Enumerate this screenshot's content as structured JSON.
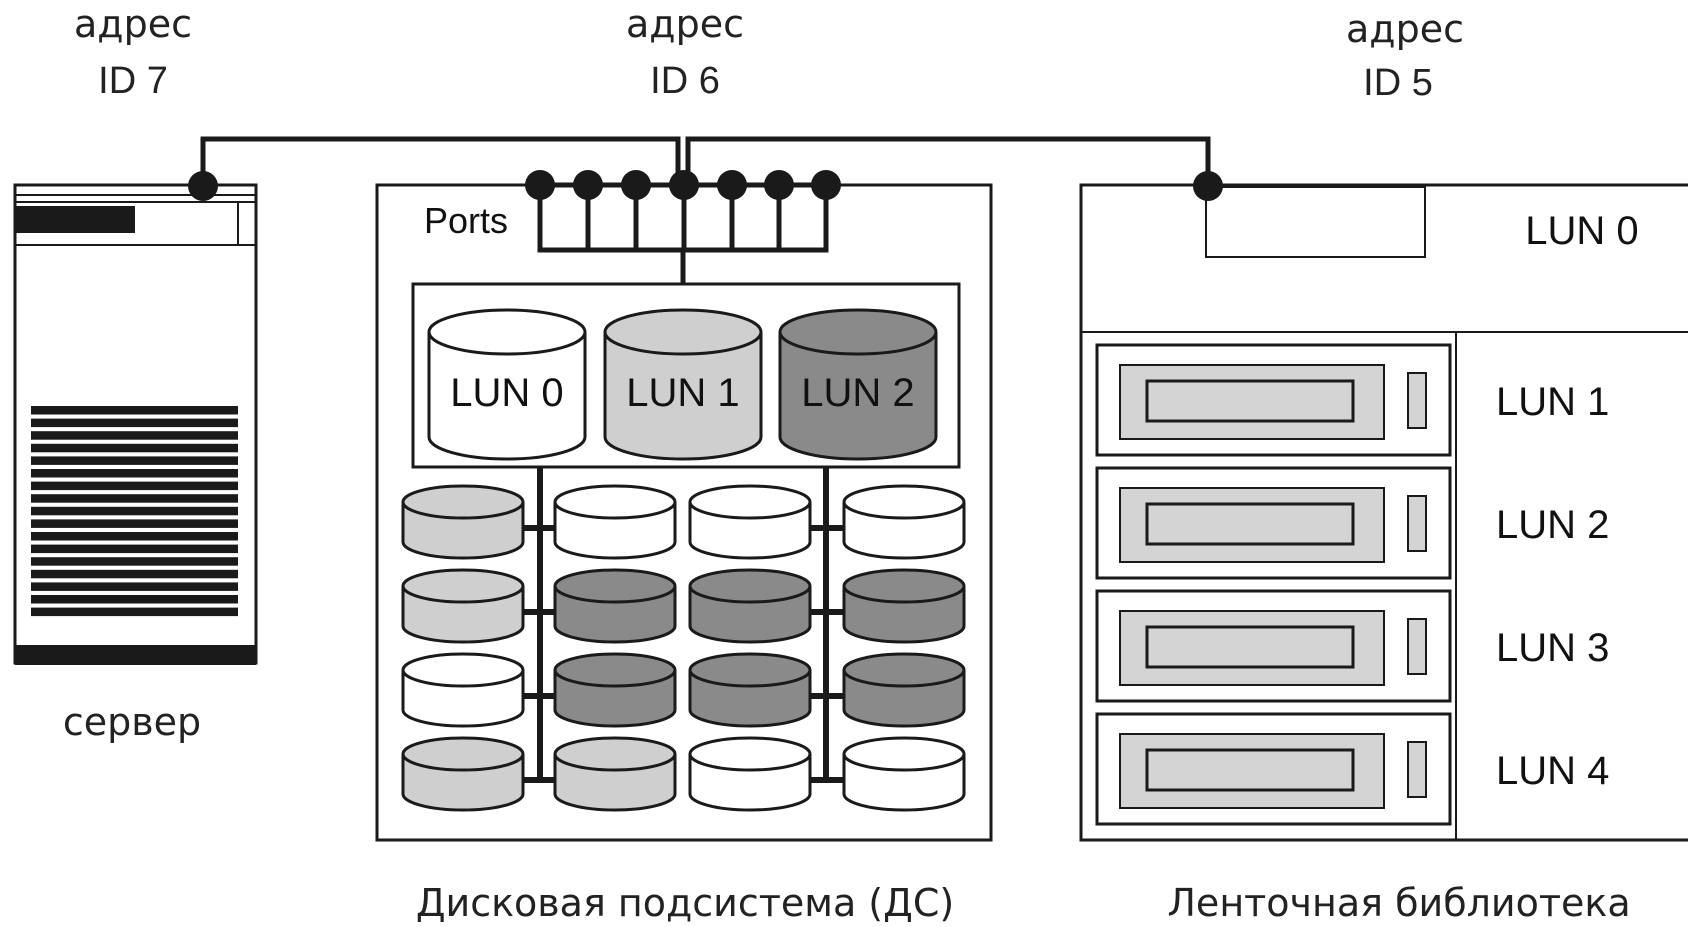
{
  "devices": [
    {
      "key": "server",
      "address_label": "адрес",
      "id_label": "ID 7",
      "caption": "сервер"
    },
    {
      "key": "disk",
      "address_label": "адрес",
      "id_label": "ID 6",
      "caption": "Дисковая подсистема (ДС)",
      "ports_label": "Ports",
      "luns": [
        {
          "label": "LUN 0",
          "fill": "#ffffff"
        },
        {
          "label": "LUN 1",
          "fill": "#cfcfcf"
        },
        {
          "label": "LUN 2",
          "fill": "#8a8a8a"
        }
      ]
    },
    {
      "key": "tape",
      "address_label": "адрес",
      "id_label": "ID 5",
      "caption": "Ленточная библиотека",
      "luns": [
        "LUN 0",
        "LUN 1",
        "LUN 2",
        "LUN 3",
        "LUN 4"
      ]
    }
  ],
  "disk_grid_fills": [
    [
      "#cfcfcf",
      "#ffffff",
      "#ffffff",
      "#ffffff"
    ],
    [
      "#cfcfcf",
      "#8a8a8a",
      "#8a8a8a",
      "#8a8a8a"
    ],
    [
      "#ffffff",
      "#8a8a8a",
      "#8a8a8a",
      "#8a8a8a"
    ],
    [
      "#cfcfcf",
      "#cfcfcf",
      "#ffffff",
      "#ffffff"
    ]
  ],
  "colors": {
    "line": "#1a1a1a",
    "light": "#cfcfcf",
    "dark": "#8a8a8a",
    "slot": "#d4d4d4"
  }
}
